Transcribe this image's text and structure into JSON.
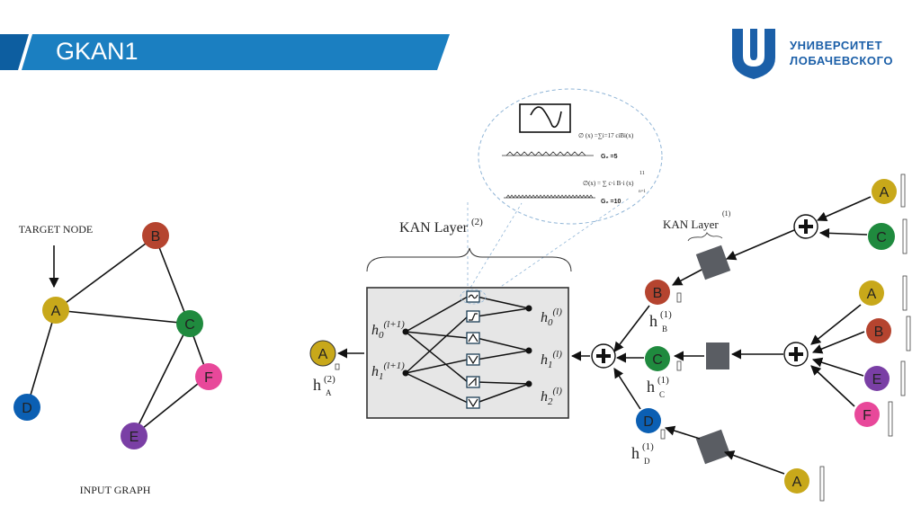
{
  "slide": {
    "title": "GKAN1",
    "accent_color": "#1b7fc1",
    "accent_dark": "#0d5ea0"
  },
  "logo": {
    "line1": "УНИВЕРСИТЕТ",
    "line2": "ЛОБАЧЕВСКОГО",
    "color": "#1b5fa8"
  },
  "input_graph": {
    "caption": "INPUT GRAPH",
    "target_label": "TARGET NODE",
    "nodes": [
      {
        "id": "A",
        "label": "A",
        "color": "#c8a81a"
      },
      {
        "id": "B",
        "label": "B",
        "color": "#b5442f"
      },
      {
        "id": "C",
        "label": "C",
        "color": "#1f8a3e"
      },
      {
        "id": "D",
        "label": "D",
        "color": "#0b5fb3"
      },
      {
        "id": "E",
        "label": "E",
        "color": "#7a3fa5"
      },
      {
        "id": "F",
        "label": "F",
        "color": "#e8489a"
      }
    ],
    "edges": [
      [
        "A",
        "B"
      ],
      [
        "A",
        "C"
      ],
      [
        "B",
        "C"
      ],
      [
        "A",
        "D"
      ],
      [
        "C",
        "E"
      ],
      [
        "C",
        "F"
      ],
      [
        "E",
        "F"
      ]
    ]
  },
  "kan_layer2": {
    "title": "KAN Layer",
    "superscript": "(2)",
    "inputs": [
      {
        "base": "h",
        "sub": "0",
        "sup": "(l+1)"
      },
      {
        "base": "h",
        "sub": "1",
        "sup": "(l+1)"
      }
    ],
    "outputs": [
      {
        "base": "h",
        "sub": "0",
        "sup": "(l)"
      },
      {
        "base": "h",
        "sub": "1",
        "sup": "(l)"
      },
      {
        "base": "h",
        "sub": "2",
        "sup": "(l)"
      }
    ],
    "box_color": "#e6e6e6"
  },
  "zoom_bubble": {
    "formula1": "∅ (x) =∑i=17 ciBi(x)",
    "grid1": "G₂ =5",
    "formula2": "∅(x) = ∑ c·i B·i (x)",
    "formula2_upper": "11",
    "formula2_lower": "n=1",
    "grid2": "G₂ =10"
  },
  "kan_layer1": {
    "title": "KAN Layer",
    "superscript": "(1)"
  },
  "output_node": {
    "label": "A",
    "h": "h",
    "sup": "(2)",
    "sub": "A"
  },
  "hidden_nodes": [
    {
      "label": "B",
      "h": "h",
      "sup": "(1)",
      "sub": "B"
    },
    {
      "label": "C",
      "h": "h",
      "sup": "(1)",
      "sub": "C"
    },
    {
      "label": "D",
      "h": "h",
      "sup": "(1)",
      "sub": "D"
    }
  ],
  "leaf_groups": [
    {
      "target": "B",
      "leaves": [
        "A",
        "C"
      ]
    },
    {
      "target": "C",
      "leaves": [
        "A",
        "B",
        "E",
        "F"
      ]
    },
    {
      "target": "D",
      "leaves": [
        "A"
      ]
    }
  ],
  "aggregator_symbol": "+"
}
